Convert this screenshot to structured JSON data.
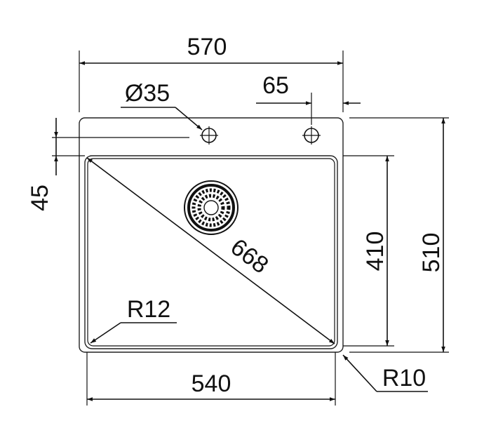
{
  "diagram": {
    "colors": {
      "ink": "#111111",
      "background": "#ffffff"
    },
    "dimensions": {
      "overall_width": "570",
      "tap_hole_diameter": "Ø35",
      "tap_hole_offset": "65",
      "rim_to_bowl": "45",
      "bowl_diagonal": "668",
      "bowl_height": "410",
      "overall_height": "510",
      "inner_radius": "R12",
      "bowl_width": "540",
      "outer_radius": "R10"
    }
  }
}
